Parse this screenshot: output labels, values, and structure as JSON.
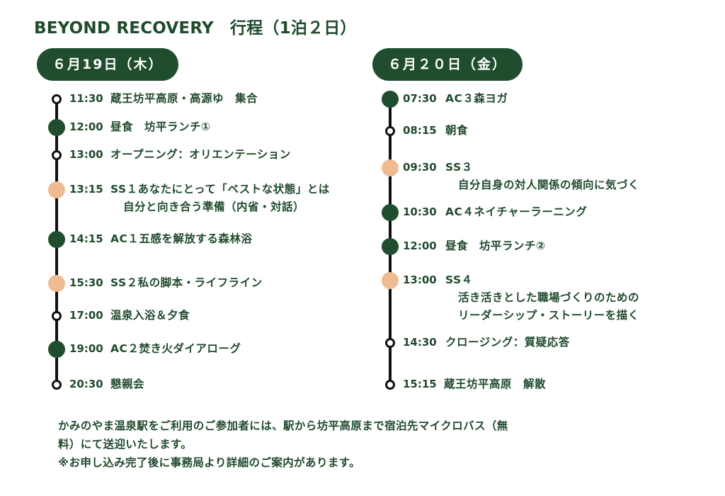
{
  "title": "BEYOND RECOVERY　行程（1泊２日）",
  "days": [
    {
      "label": "６月19日（木）",
      "items": [
        {
          "time": "11:30",
          "text": "蔵王坊平高原・高源ゆ　集合",
          "sub": "",
          "marker": "open"
        },
        {
          "time": "12:00",
          "text": "昼食　坊平ランチ①",
          "sub": "",
          "marker": "green"
        },
        {
          "time": "13:00",
          "text": "オープニング：オリエンテーション",
          "sub": "",
          "marker": "open"
        },
        {
          "time": "13:15",
          "text": "SS１あなたにとって「ベストな状態」とは",
          "sub": "自分と向き合う準備（内省・対話）",
          "marker": "peach"
        },
        {
          "time": "14:15",
          "text": "AC１五感を解放する森林浴",
          "sub": "",
          "marker": "green"
        },
        {
          "time": "15:30",
          "text": "SS２私の脚本・ライフライン",
          "sub": "",
          "marker": "peach"
        },
        {
          "time": "17:00",
          "text": "温泉入浴＆夕食",
          "sub": "",
          "marker": "open"
        },
        {
          "time": "19:00",
          "text": "AC２焚き火ダイアローグ",
          "sub": "",
          "marker": "green"
        },
        {
          "time": "20:30",
          "text": "懇親会",
          "sub": "",
          "marker": "open"
        }
      ]
    },
    {
      "label": "６月２０日（金）",
      "items": [
        {
          "time": "07:30",
          "text": "AC３森ヨガ",
          "sub": "",
          "marker": "green"
        },
        {
          "time": "08:15",
          "text": "朝食",
          "sub": "",
          "marker": "open"
        },
        {
          "time": "09:30",
          "text": "SS３",
          "sub": "自分自身の対人関係の傾向に気づく",
          "marker": "peach"
        },
        {
          "time": "10:30",
          "text": "AC４ネイチャーラーニング",
          "sub": "",
          "marker": "green"
        },
        {
          "time": "12:00",
          "text": "昼食　坊平ランチ②",
          "sub": "",
          "marker": "green"
        },
        {
          "time": "13:00",
          "text": "SS４",
          "sub": "活き活きとした職場づくりのための",
          "sub2": "リーダーシップ・ストーリーを描く",
          "marker": "peach"
        },
        {
          "time": "14:30",
          "text": "クロージング：質疑応答",
          "sub": "",
          "marker": "open"
        },
        {
          "time": "15:15",
          "text": "蔵王坊平高原　解散",
          "sub": "",
          "marker": "open"
        }
      ]
    }
  ],
  "note": {
    "line1": "かみのやま温泉駅をご利用のご参加者には、駅から坊平高原まで宿泊先マイクロバス（無",
    "line2": "料）にて送迎いたします。",
    "line3": "※お申し込み完了後に事務局より詳細のご案内があります。"
  },
  "colors": {
    "green": "#1f4d2d",
    "peach": "#efbb93",
    "text": "#1f4a2c"
  }
}
